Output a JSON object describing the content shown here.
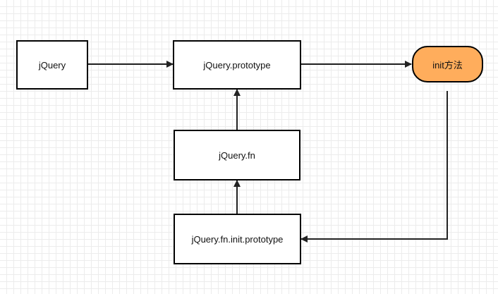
{
  "diagram": {
    "nodes": [
      {
        "id": "jquery",
        "label": "jQuery",
        "shape": "rect"
      },
      {
        "id": "prototype",
        "label": "jQuery.prototype",
        "shape": "rect"
      },
      {
        "id": "init",
        "label": "init方法",
        "shape": "rounded",
        "fill": "#FFAD5C"
      },
      {
        "id": "fn",
        "label": "jQuery.fn",
        "shape": "rect"
      },
      {
        "id": "init-prototype",
        "label": "jQuery.fn.init.prototype",
        "shape": "rect"
      }
    ],
    "edges": [
      {
        "from": "jquery",
        "to": "prototype"
      },
      {
        "from": "prototype",
        "to": "init"
      },
      {
        "from": "init",
        "to": "init-prototype"
      },
      {
        "from": "init-prototype",
        "to": "fn"
      },
      {
        "from": "fn",
        "to": "prototype"
      }
    ],
    "colors": {
      "stroke": "#000000",
      "link": "#222222",
      "highlight_fill": "#FFAD5C",
      "grid": "#ECECEC"
    }
  }
}
